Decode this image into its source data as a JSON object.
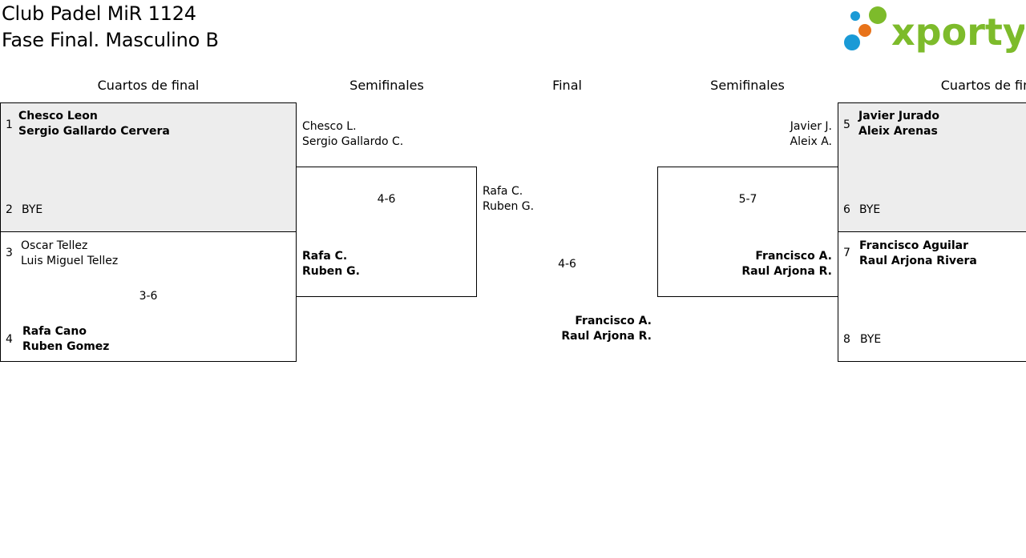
{
  "header": {
    "club": "Club Padel MiR 1124",
    "phase": "Fase Final. Masculino B",
    "logo_text": "xporty"
  },
  "rounds": {
    "left_qf": "Cuartos de final",
    "left_sf": "Semifinales",
    "final": "Final",
    "right_sf": "Semifinales",
    "right_qf": "Cuartos de fin"
  },
  "left_qf": {
    "m1": {
      "seed_a": "1",
      "a1": "Chesco Leon",
      "a2": "Sergio Gallardo Cervera",
      "seed_b": "2",
      "b1": "BYE"
    },
    "m2": {
      "seed_a": "3",
      "a1": "Oscar Tellez",
      "a2": "Luis Miguel Tellez",
      "score": "3-6",
      "seed_b": "4",
      "b1": "Rafa Cano",
      "b2": "Ruben Gomez"
    }
  },
  "left_sf": {
    "top1": "Chesco L.",
    "top2": "Sergio Gallardo C.",
    "score": "4-6",
    "bot1": "Rafa C.",
    "bot2": "Ruben G."
  },
  "final": {
    "top1": "Rafa C.",
    "top2": "Ruben G.",
    "score": "4-6",
    "bot1": "Francisco A.",
    "bot2": "Raul Arjona R."
  },
  "right_sf": {
    "top1": "Javier J.",
    "top2": "Aleix A.",
    "score": "5-7",
    "bot1": "Francisco A.",
    "bot2": "Raul Arjona R."
  },
  "right_qf": {
    "m1": {
      "seed_a": "5",
      "a1": "Javier Jurado",
      "a2": "Aleix Arenas",
      "seed_b": "6",
      "b1": "BYE"
    },
    "m2": {
      "seed_a": "7",
      "a1": "Francisco Aguilar",
      "a2": "Raul Arjona Rivera",
      "seed_b": "8",
      "b1": "BYE"
    }
  },
  "colors": {
    "box_fill": "#ededed",
    "logo_green": "#7dbb2b",
    "logo_blue": "#1a9ad6",
    "logo_orange": "#e8731a"
  }
}
